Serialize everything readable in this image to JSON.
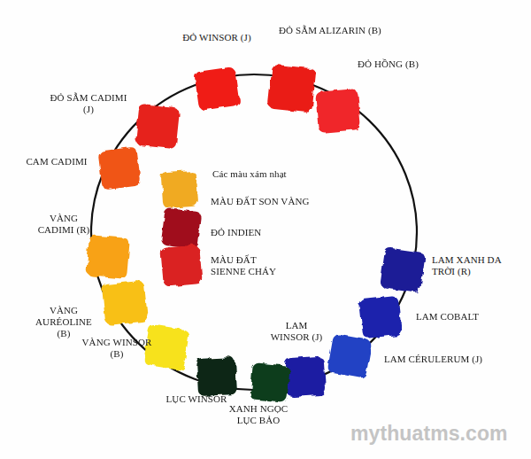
{
  "diagram": {
    "labels": [
      "ĐỎ WINSOR (J)",
      "ĐỎ SẪM ALIZARIN (B)",
      "ĐỎ HỒNG (B)",
      "LAM XANH DA TRỜI (R)",
      "LAM COBALT",
      "LAM CÉRULERUM (J)",
      "LAM WINSOR (J)",
      "XANH NGỌC LỤC BẢO",
      "LỤC WINSOR",
      "VÀNG WINSOR (B)",
      "VÀNG AURÉOLINE (B)",
      "VÀNG CADIMI (R)",
      "CAM CADIMI",
      "ĐỎ SẪM CADIMI (J)",
      "Các màu xám nhạt",
      "MÀU ĐẤT SON VÀNG",
      "ĐỎ INDIEN",
      "MÀU ĐẤT SIENNE CHÁY",
      "mythuatms.com"
    ]
  }
}
